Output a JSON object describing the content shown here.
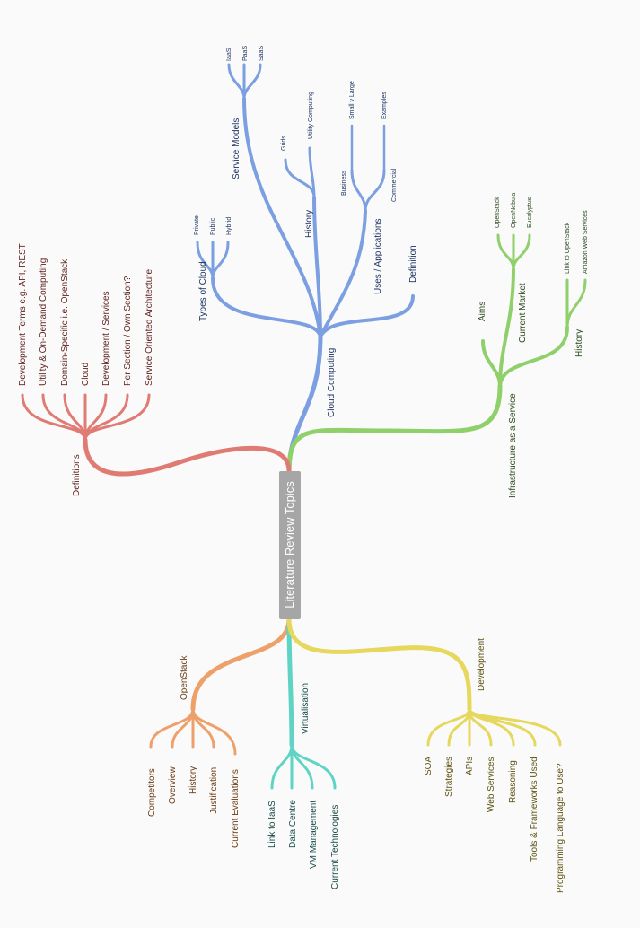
{
  "root": {
    "label": "Literature Review Topics"
  },
  "colors": {
    "cloud": "#7b9fe0",
    "iaas": "#8fd06b",
    "definitions": "#e07b74",
    "openstack": "#eea06b",
    "virtualisation": "#5fd4c4",
    "development": "#e5d85c",
    "root": "#a6a6a6",
    "text_cloud": "#1f3564",
    "text_iaas": "#2e4a1c",
    "text_definitions": "#5e1f1c",
    "text_openstack": "#6a3a12",
    "text_virtualisation": "#174a45",
    "text_development": "#5e5412"
  },
  "branches": {
    "cloud": {
      "label": "Cloud Computing",
      "service_models": {
        "label": "Service Models",
        "children": [
          "IaaS",
          "PaaS",
          "SaaS"
        ]
      },
      "history": {
        "label": "History",
        "children": [
          "Grids",
          "Utility Computing"
        ]
      },
      "uses": {
        "label": "Uses / Applications",
        "business": {
          "label": "Business",
          "children": [
            "Small v Large"
          ]
        },
        "commercial": {
          "label": "Commercial",
          "children": [
            "Examples"
          ]
        }
      },
      "types": {
        "label": "Types of Cloud",
        "children": [
          "Private",
          "Public",
          "Hybrid"
        ]
      },
      "definition": {
        "label": "Definition"
      }
    },
    "iaas": {
      "label": "Infrastructure as a Service",
      "aims": {
        "label": "Aims"
      },
      "current_market": {
        "label": "Current Market",
        "children": [
          "OpenStack",
          "OpenNebula",
          "Eucalyptus"
        ]
      },
      "history": {
        "label": "History",
        "children": [
          "Link to OpenStack",
          "Amazon Web Services"
        ]
      }
    },
    "definitions": {
      "label": "Definitions",
      "children": [
        "Development Terms e.g. API, REST",
        "Utility & On-Demand Computing",
        "Domain-Specific i.e. OpenStack",
        "Cloud",
        "Development / Services",
        "Per Section / Own Section?",
        "Service Oriented Architecture"
      ]
    },
    "openstack": {
      "label": "OpenStack",
      "children": [
        "Competitors",
        "Overview",
        "History",
        "Justification",
        "Current Evaluations"
      ]
    },
    "virtualisation": {
      "label": "Virtualisation",
      "children": [
        "Link to IaaS",
        "Data Centre",
        "VM Management",
        "Current Technologies"
      ]
    },
    "development": {
      "label": "Development",
      "children": [
        "SOA",
        "Strategies",
        "APIs",
        "Web Services",
        "Reasoning",
        "Tools & Frameworks Used",
        "Programming Language to Use?"
      ]
    }
  }
}
